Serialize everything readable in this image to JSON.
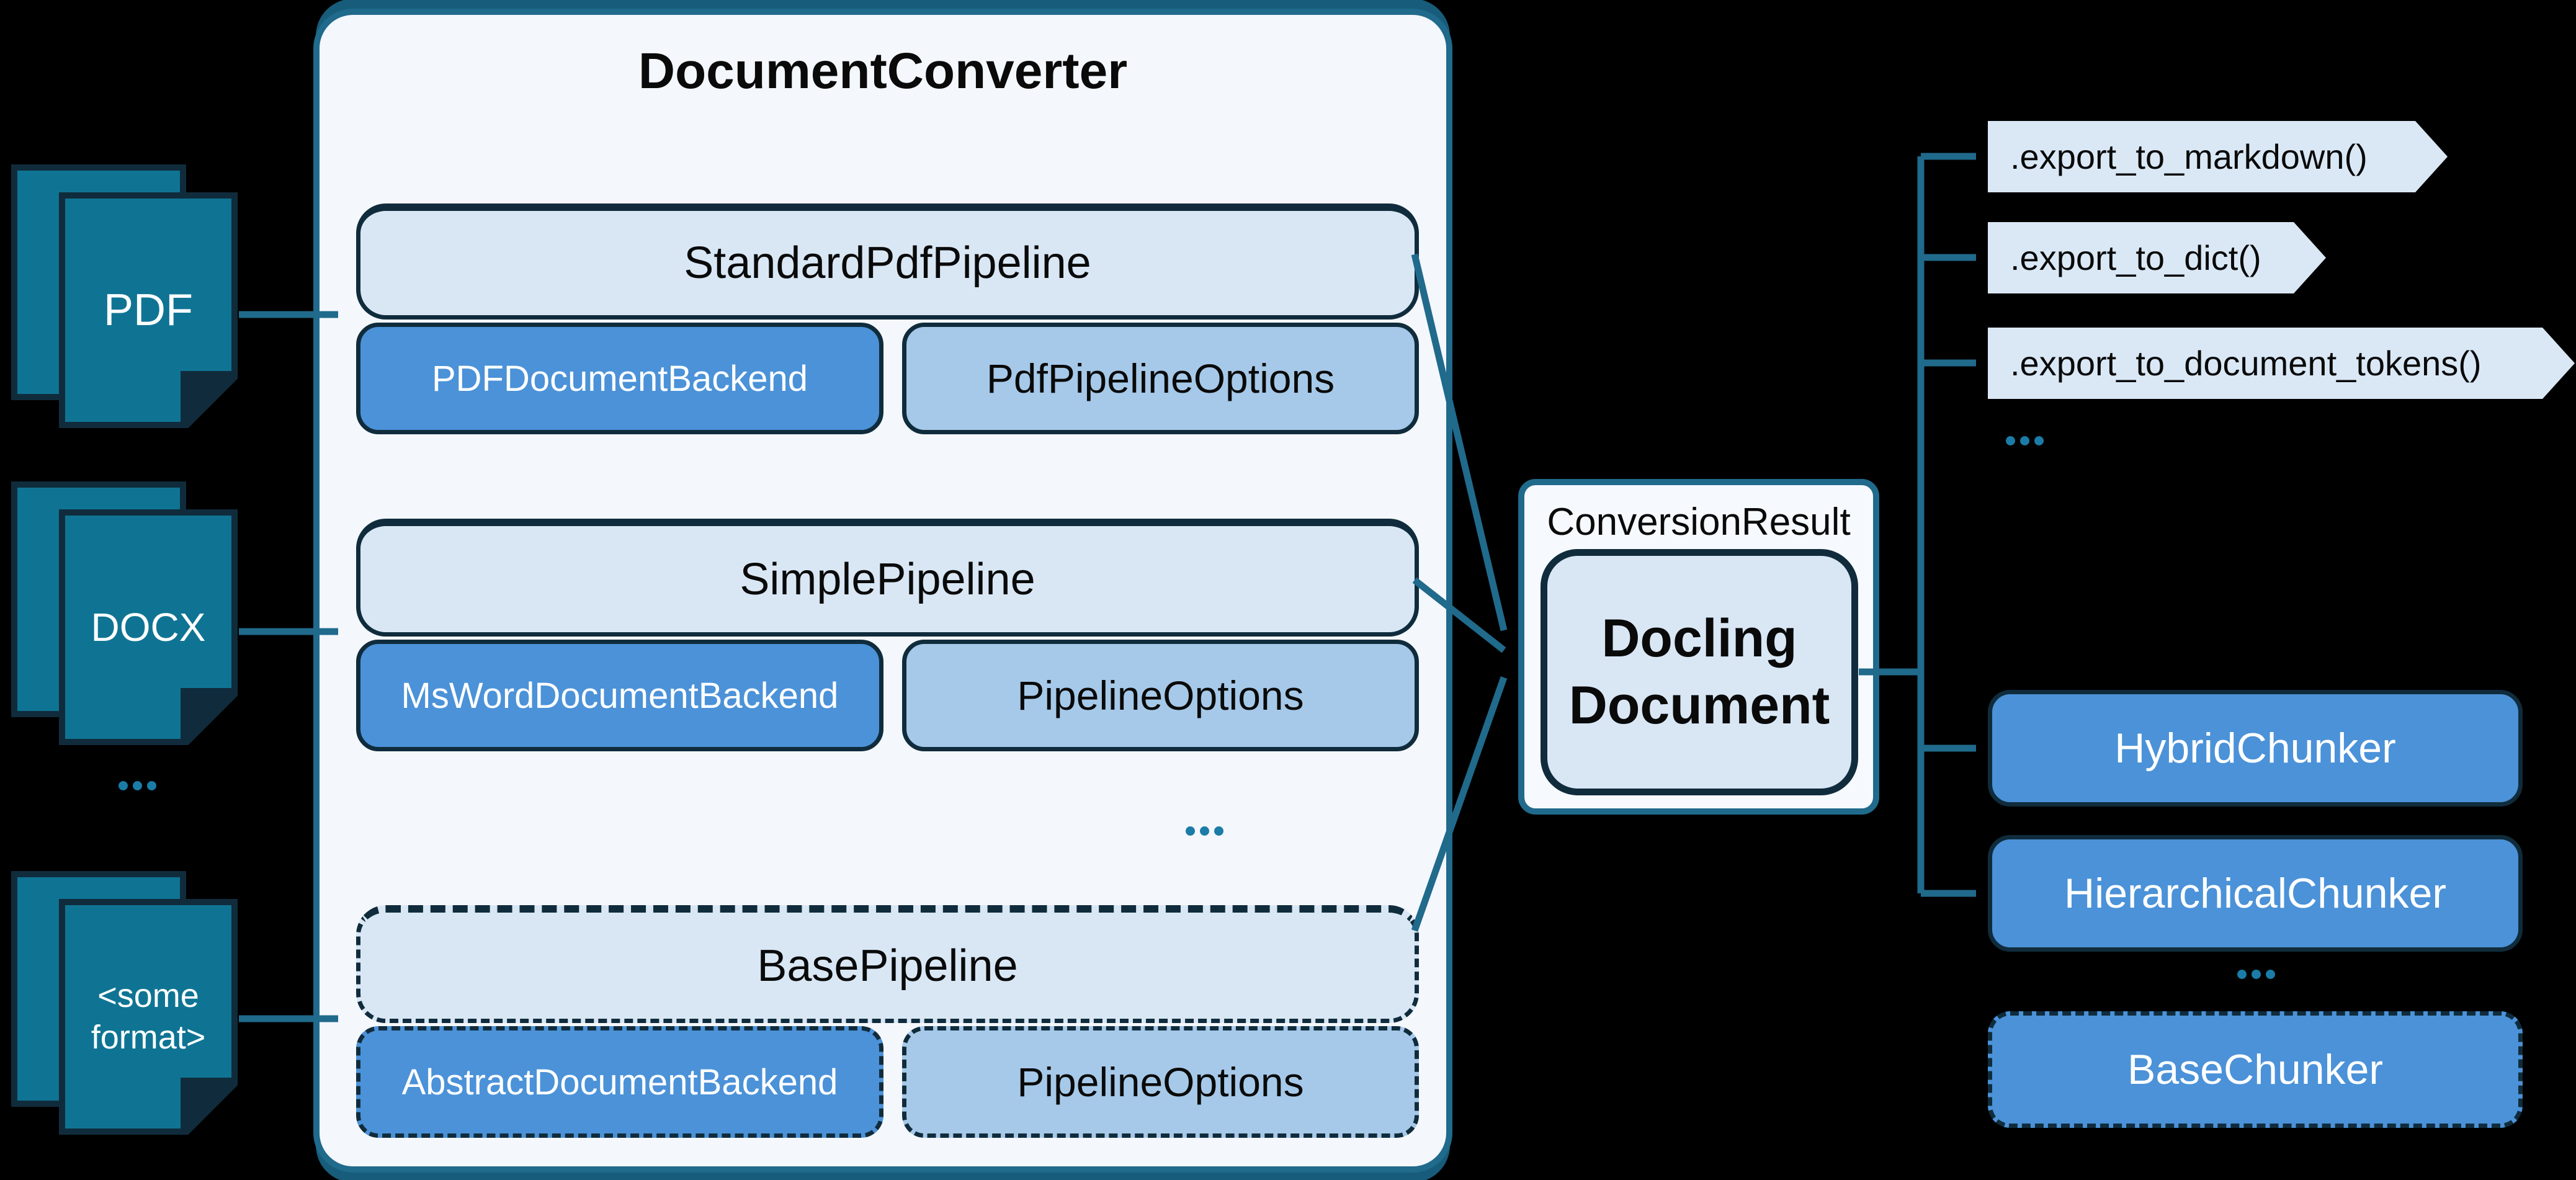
{
  "colors": {
    "bg": "#000000",
    "container_bg": "#f4f7fc",
    "result_bg": "#f6f9fd",
    "light_blue": "#d9e7f5",
    "mid_blue": "#4b92d8",
    "pale_blue": "#a6c9e9",
    "tag_blue": "#dae8f6",
    "teal_fill": "#0f7494",
    "teal_line": "#206a8c",
    "teal_shadow": "#175c7a",
    "dark_border": "#102c3c",
    "dot_teal": "#1b7ca7"
  },
  "inputs": {
    "ellipsis": "...",
    "documents": [
      {
        "label": "PDF"
      },
      {
        "label": "DOCX"
      },
      {
        "label": "<some format>"
      }
    ]
  },
  "converter": {
    "title": "DocumentConverter",
    "ellipsis": "...",
    "pipelines": [
      {
        "name": "StandardPdfPipeline",
        "backend": "PDFDocumentBackend",
        "options": "PdfPipelineOptions",
        "style": "solid"
      },
      {
        "name": "SimplePipeline",
        "backend": "MsWordDocumentBackend",
        "options": "PipelineOptions",
        "style": "solid"
      },
      {
        "name": "BasePipeline",
        "backend": "AbstractDocumentBackend",
        "options": "PipelineOptions",
        "style": "dashed"
      }
    ]
  },
  "result": {
    "label": "ConversionResult",
    "document": "Docling Document"
  },
  "exports": {
    "ellipsis": "...",
    "methods": [
      ".export_to_markdown()",
      ".export_to_dict()",
      ".export_to_document_tokens()"
    ]
  },
  "chunkers": {
    "ellipsis": "...",
    "items": [
      {
        "label": "HybridChunker",
        "style": "solid"
      },
      {
        "label": "HierarchicalChunker",
        "style": "solid"
      },
      {
        "label": "BaseChunker",
        "style": "dashed"
      }
    ]
  }
}
